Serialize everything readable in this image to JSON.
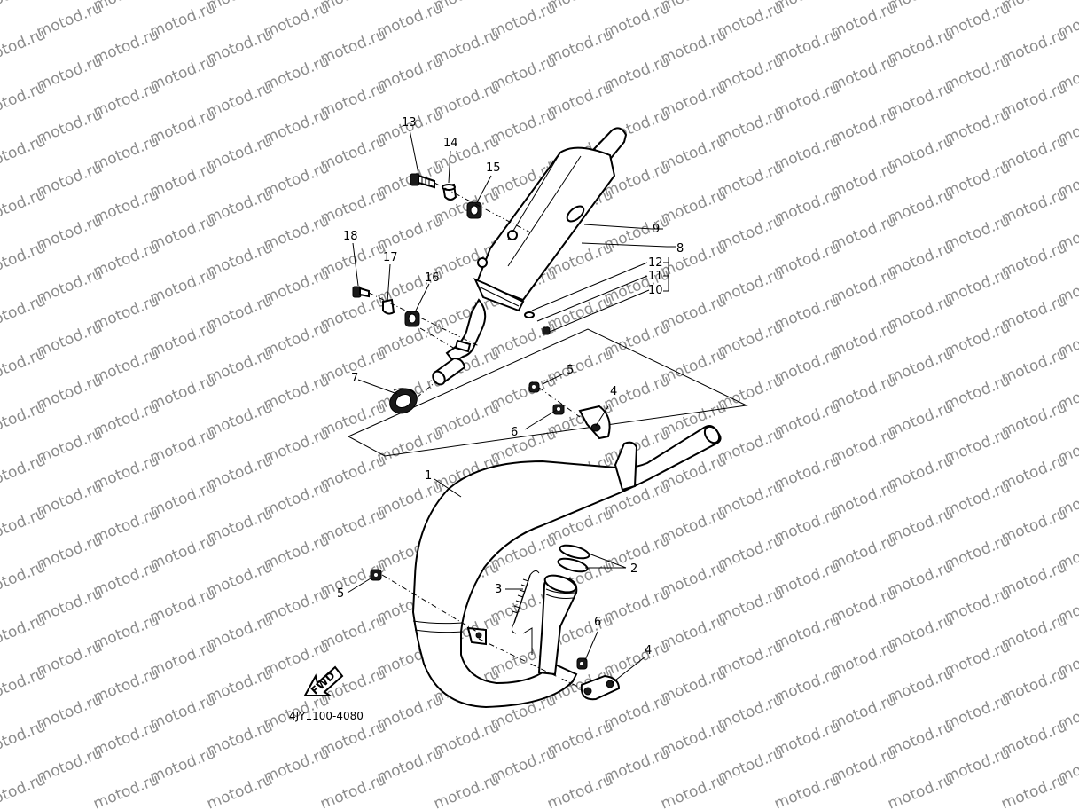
{
  "watermark": {
    "text": "motod.ru"
  },
  "diagram": {
    "drawing_code": "4JY1100-4080",
    "fwd_label": "FWD",
    "callouts": {
      "c1": "1",
      "c2": "2",
      "c3": "3",
      "c4a": "4",
      "c4b": "4",
      "c5a": "5",
      "c5b": "5",
      "c6a": "6",
      "c6b": "6",
      "c7": "7",
      "c8": "8",
      "c9": "9",
      "c10": "10",
      "c11": "11",
      "c12": "12",
      "c13": "13",
      "c14": "14",
      "c15": "15",
      "c16": "16",
      "c17": "17",
      "c18": "18"
    }
  }
}
